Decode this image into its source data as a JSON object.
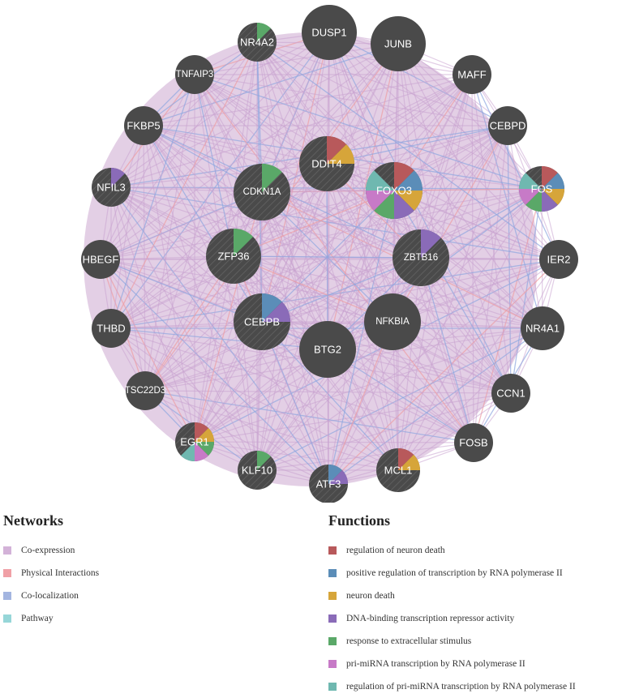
{
  "nodes": [
    {
      "id": "DUSP1",
      "label": "DUSP1",
      "slices": []
    },
    {
      "id": "JUNB",
      "label": "JUNB",
      "slices": []
    },
    {
      "id": "MAFF",
      "label": "MAFF",
      "slices": []
    },
    {
      "id": "CEBPD",
      "label": "CEBPD",
      "slices": []
    },
    {
      "id": "FOS",
      "label": "FOS",
      "slices": [
        "#b8595b",
        "#5b8db8",
        "#d6a53a",
        "#8a6bb8",
        "#5aa868",
        "#c77ac7",
        "#6fb8b0"
      ]
    },
    {
      "id": "IER2",
      "label": "IER2",
      "slices": []
    },
    {
      "id": "NR4A1",
      "label": "NR4A1",
      "slices": []
    },
    {
      "id": "CCN1",
      "label": "CCN1",
      "slices": []
    },
    {
      "id": "FOSB",
      "label": "FOSB",
      "slices": []
    },
    {
      "id": "MCL1",
      "label": "MCL1",
      "slices": [
        "#b8595b",
        "#d6a53a"
      ]
    },
    {
      "id": "ATF3",
      "label": "ATF3",
      "slices": [
        "#5b8db8",
        "#8a6bb8"
      ]
    },
    {
      "id": "KLF10",
      "label": "KLF10",
      "slices": [
        "#5aa868"
      ]
    },
    {
      "id": "EGR1",
      "label": "EGR1",
      "slices": [
        "#b8595b",
        "#d6a53a",
        "#5aa868",
        "#c77ac7",
        "#6fb8b0"
      ]
    },
    {
      "id": "TSC22D3",
      "label": "TSC22D3",
      "slices": []
    },
    {
      "id": "THBD",
      "label": "THBD",
      "slices": []
    },
    {
      "id": "HBEGF",
      "label": "HBEGF",
      "slices": []
    },
    {
      "id": "NFIL3",
      "label": "NFIL3",
      "slices": [
        "#8a6bb8"
      ]
    },
    {
      "id": "FKBP5",
      "label": "FKBP5",
      "slices": []
    },
    {
      "id": "TNFAIP3",
      "label": "TNFAIP3",
      "slices": []
    },
    {
      "id": "NR4A2",
      "label": "NR4A2",
      "slices": [
        "#5aa868"
      ]
    },
    {
      "id": "DDIT4",
      "label": "DDIT4",
      "slices": [
        "#b8595b",
        "#d6a53a"
      ]
    },
    {
      "id": "FOXO3",
      "label": "FOXO3",
      "slices": [
        "#b8595b",
        "#5b8db8",
        "#d6a53a",
        "#8a6bb8",
        "#5aa868",
        "#c77ac7",
        "#6fb8b0"
      ]
    },
    {
      "id": "CDKN1A",
      "label": "CDKN1A",
      "slices": [
        "#5aa868"
      ]
    },
    {
      "id": "ZFP36",
      "label": "ZFP36",
      "slices": [
        "#5aa868"
      ]
    },
    {
      "id": "ZBTB16",
      "label": "ZBTB16",
      "slices": [
        "#8a6bb8"
      ]
    },
    {
      "id": "CEBPB",
      "label": "CEBPB",
      "slices": [
        "#5b8db8",
        "#8a6bb8"
      ]
    },
    {
      "id": "NFKBIA",
      "label": "NFKBIA",
      "slices": []
    },
    {
      "id": "BTG2",
      "label": "BTG2",
      "slices": []
    }
  ],
  "networks": {
    "heading": "Networks",
    "items": [
      {
        "label": "Co-expression",
        "color": "#d3b2d8"
      },
      {
        "label": "Physical Interactions",
        "color": "#f0a0a6"
      },
      {
        "label": "Co-localization",
        "color": "#a3b5e0"
      },
      {
        "label": "Pathway",
        "color": "#96d6d8"
      }
    ]
  },
  "functions": {
    "heading": "Functions",
    "items": [
      {
        "label": "regulation of neuron death",
        "color": "#b8595b"
      },
      {
        "label": "positive regulation of transcription by RNA polymerase II",
        "color": "#5b8db8"
      },
      {
        "label": "neuron death",
        "color": "#d6a53a"
      },
      {
        "label": "DNA-binding transcription repressor activity",
        "color": "#8a6bb8"
      },
      {
        "label": "response to extracellular stimulus",
        "color": "#5aa868"
      },
      {
        "label": "pri-miRNA transcription by RNA polymerase II",
        "color": "#c77ac7"
      },
      {
        "label": "regulation of pri-miRNA transcription by RNA polymerase II",
        "color": "#6fb8b0"
      }
    ]
  }
}
